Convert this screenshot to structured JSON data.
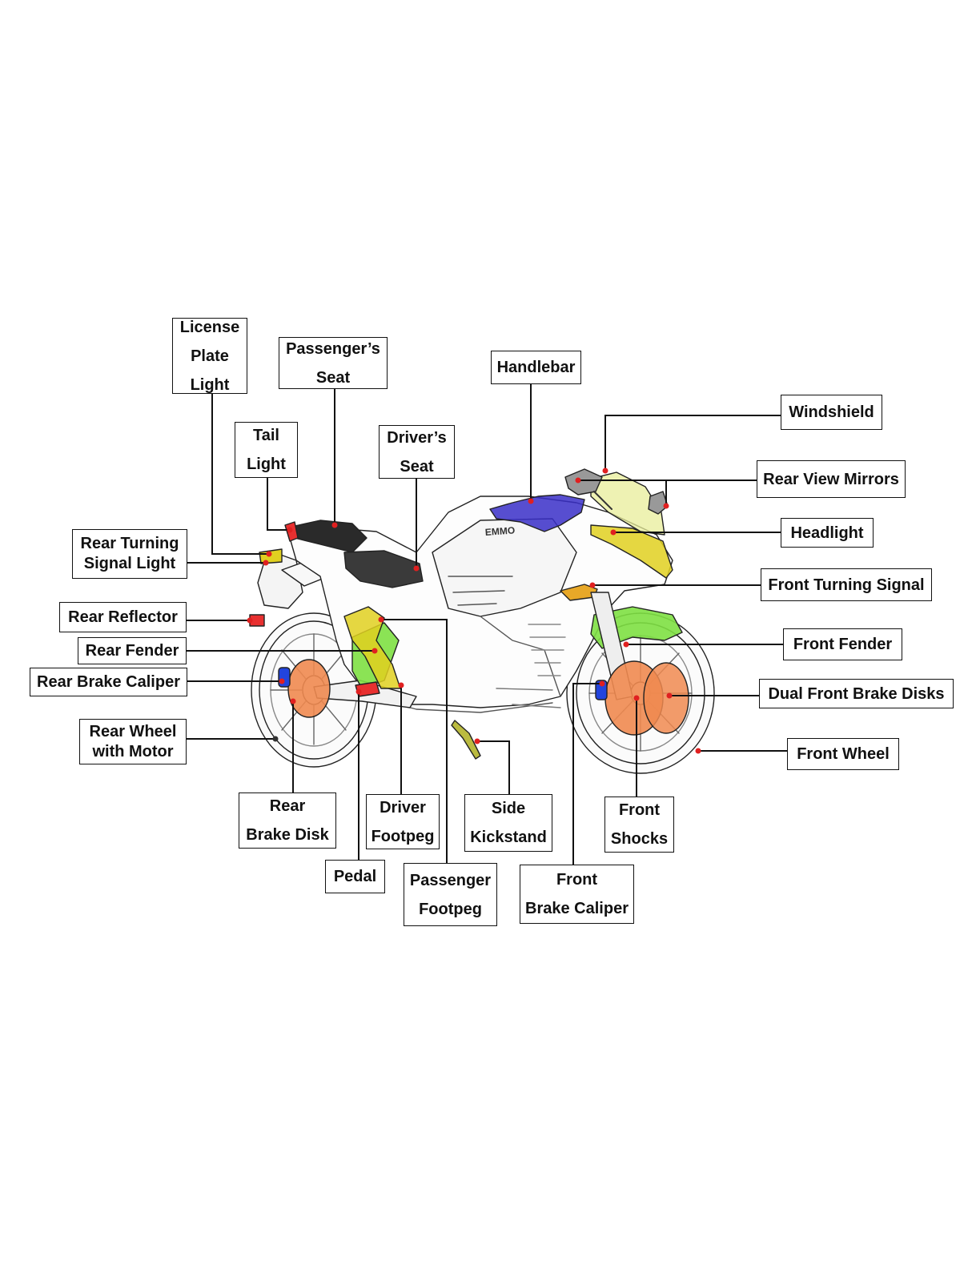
{
  "brand_text": "EMMO",
  "colors": {
    "outline": "#222222",
    "leader_line": "#111111",
    "leader_dot": "#e02020",
    "seat": "#2a2a2a",
    "handlebar": "#3a2fc8",
    "light_yellow": "#e0d020",
    "windshield": "#e8ee9a",
    "fender_green": "#7ee042",
    "disk_orange": "#f08a50",
    "caliper_blue": "#2244dd",
    "red_light": "#e83030",
    "turn_signal": "#e8a828"
  },
  "labels": {
    "license_plate_light": [
      "License",
      "Plate",
      "Light"
    ],
    "passengers_seat": [
      "Passenger’s",
      "Seat"
    ],
    "handlebar": [
      "Handlebar"
    ],
    "windshield": [
      "Windshield"
    ],
    "tail_light": [
      "Tail",
      "Light"
    ],
    "drivers_seat": [
      "Driver’s",
      "Seat"
    ],
    "rear_view_mirrors": [
      "Rear View Mirrors"
    ],
    "headlight": [
      "Headlight"
    ],
    "rear_turning_signal_light": [
      "Rear Turning",
      "Signal Light"
    ],
    "front_turning_signal": [
      "Front Turning Signal"
    ],
    "rear_reflector": [
      "Rear Reflector"
    ],
    "rear_fender": [
      "Rear Fender"
    ],
    "front_fender": [
      "Front Fender"
    ],
    "rear_brake_caliper": [
      "Rear Brake Caliper"
    ],
    "dual_front_brake_disks": [
      "Dual Front Brake Disks"
    ],
    "rear_wheel_with_motor": [
      "Rear Wheel",
      "with Motor"
    ],
    "front_wheel": [
      "Front Wheel"
    ],
    "rear_brake_disk": [
      "Rear",
      "Brake Disk"
    ],
    "driver_footpeg": [
      "Driver",
      "Footpeg"
    ],
    "side_kickstand": [
      "Side",
      "Kickstand"
    ],
    "front_shocks": [
      "Front",
      "Shocks"
    ],
    "pedal": [
      "Pedal"
    ],
    "passenger_footpeg": [
      "Passenger",
      "Footpeg"
    ],
    "front_brake_caliper": [
      "Front",
      "Brake Caliper"
    ]
  }
}
